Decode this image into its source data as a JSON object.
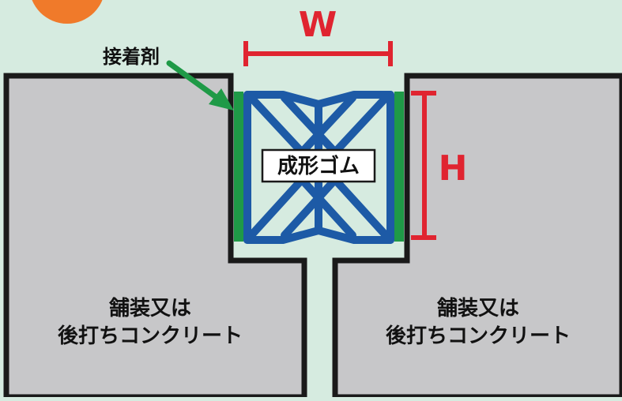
{
  "labels": {
    "width": "W",
    "height": "H",
    "adhesive": "接着剤",
    "rubber": "成形ゴム",
    "left_block_line1": "舗装又は",
    "left_block_line2": "後打ちコンクリート",
    "right_block_line1": "舗装又は",
    "right_block_line2": "後打ちコンクリート"
  },
  "colors": {
    "background": "#d6ebe0",
    "block_fill": "#c7c7c9",
    "outline": "#1a1a1a",
    "dimension_red": "#e02430",
    "rubber_blue": "#1d5aa6",
    "adhesive_green": "#1f9a47",
    "badge_orange": "#f07a2a"
  }
}
